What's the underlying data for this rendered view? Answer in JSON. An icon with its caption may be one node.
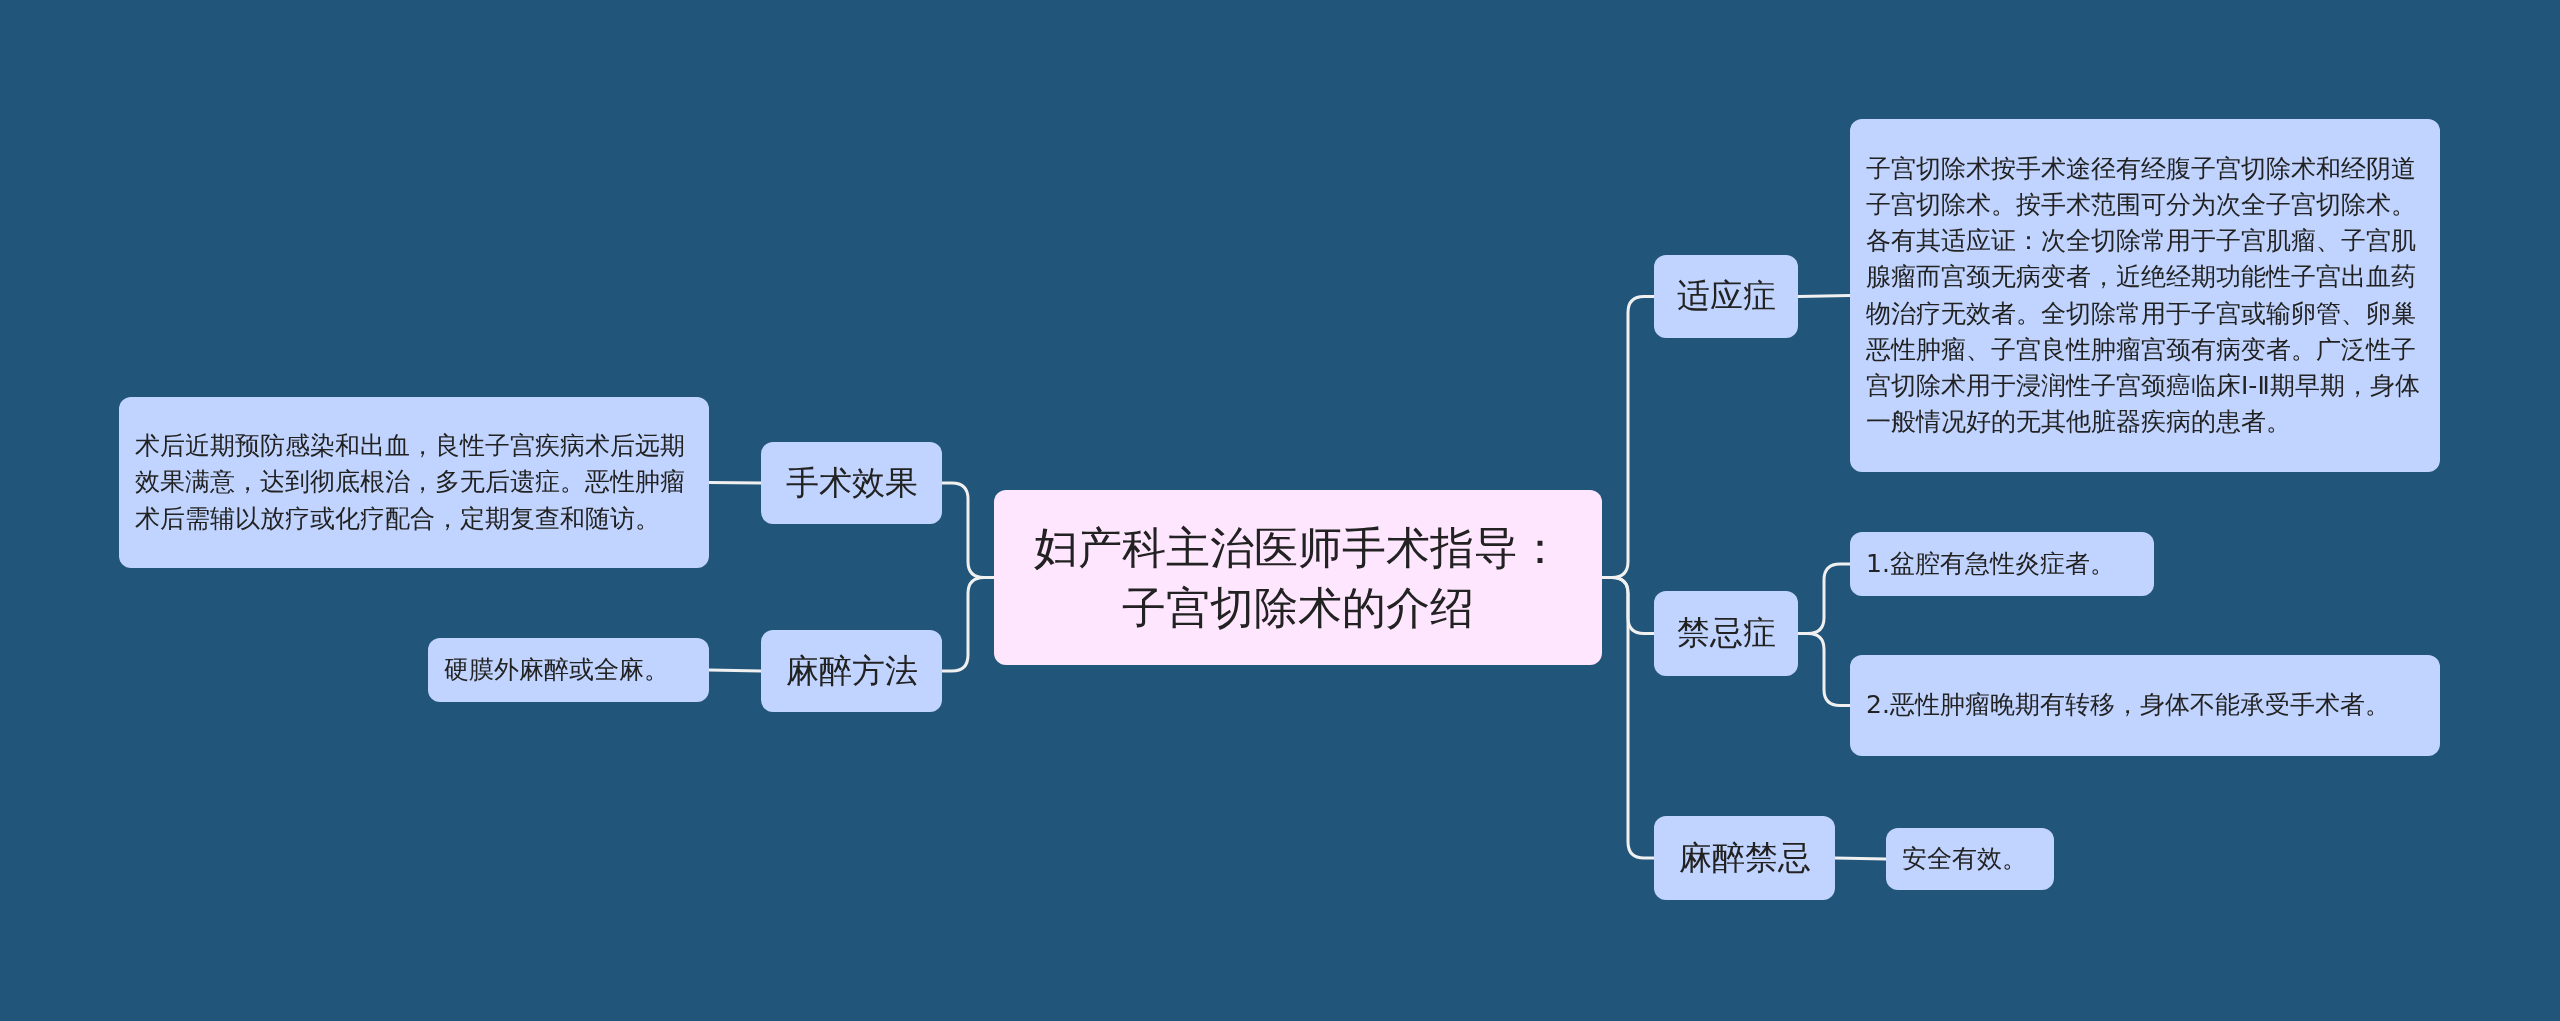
{
  "diagram": {
    "nodes": [
      {
        "text": [
          "妇产科主治医师手术指导：子宫切除术的介绍"
        ]
      },
      {
        "text": [
          "手术效果"
        ]
      },
      {
        "text": [
          "术后近期预防感染和出血，良性子宫疾病术后远期效果满意，达到彻底根治，多无后遗症。恶性肿瘤术后需辅以放疗或化疗配合，定期复查和随访。"
        ]
      },
      {
        "text": [
          "麻醉方法"
        ]
      },
      {
        "text": [
          "硬膜外麻醉或全麻。"
        ]
      },
      {
        "text": [
          "适应症"
        ]
      },
      {
        "text": [
          "子宫切除术按手术途径有经腹子宫切除术和经阴道子宫切除术。按手术范围可分为次全子宫切除术。各有其适应证：次全切除常用于子宫肌瘤、子宫肌腺瘤而宫颈无病变者，近绝经期功能性子宫出血药物治疗无效者。全切除常用于子宫或输卵管、卵巢恶性肿瘤、子宫良性肿瘤宫颈有病变者。广泛性子宫切除术用于浸润性子宫颈癌临床Ⅰ-Ⅱ期早期，身体一般情况好的无其他脏器疾病的患者。"
        ]
      },
      {
        "text": [
          "禁忌症"
        ]
      },
      {
        "text": [
          "1.盆腔有急性炎症者。"
        ]
      },
      {
        "text": [
          "2.恶性肿瘤晚期有转移，身体不能承受手术者。"
        ]
      },
      {
        "text": [
          "麻醉禁忌"
        ]
      },
      {
        "text": [
          "安全有效。"
        ]
      }
    ],
    "edges": [
      {
        "from": 0,
        "to": 1,
        "arrow": "none"
      },
      {
        "from": 1,
        "to": 2,
        "arrow": "none"
      },
      {
        "from": 0,
        "to": 3,
        "arrow": "none"
      },
      {
        "from": 3,
        "to": 4,
        "arrow": "none"
      },
      {
        "from": 0,
        "to": 5,
        "arrow": "none"
      },
      {
        "from": 5,
        "to": 6,
        "arrow": "none"
      },
      {
        "from": 0,
        "to": 7,
        "arrow": "none"
      },
      {
        "from": 7,
        "to": 8,
        "arrow": "none"
      },
      {
        "from": 7,
        "to": 9,
        "arrow": "none"
      },
      {
        "from": 0,
        "to": 10,
        "arrow": "none"
      },
      {
        "from": 10,
        "to": 11,
        "arrow": "none"
      }
    ]
  }
}
